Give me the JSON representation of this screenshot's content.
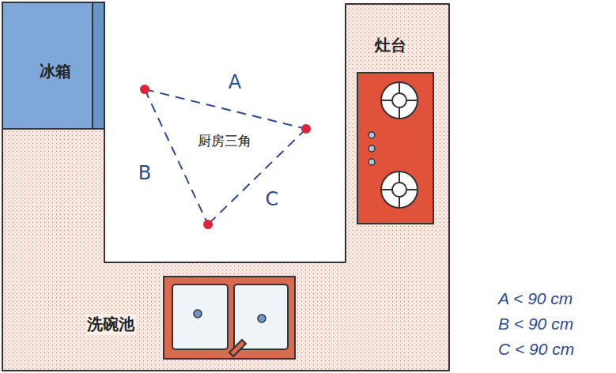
{
  "diagram": {
    "nodes": [
      {
        "text": [
          "冰箱"
        ]
      },
      {
        "text": [
          "灶台"
        ]
      },
      {
        "text": [
          "洗碗池"
        ]
      },
      {
        "text": [
          "厨房三角"
        ]
      }
    ],
    "labels": [
      "A",
      "B",
      "C",
      "A < 90 cm",
      "B < 90 cm",
      "C < 90 cm"
    ]
  }
}
